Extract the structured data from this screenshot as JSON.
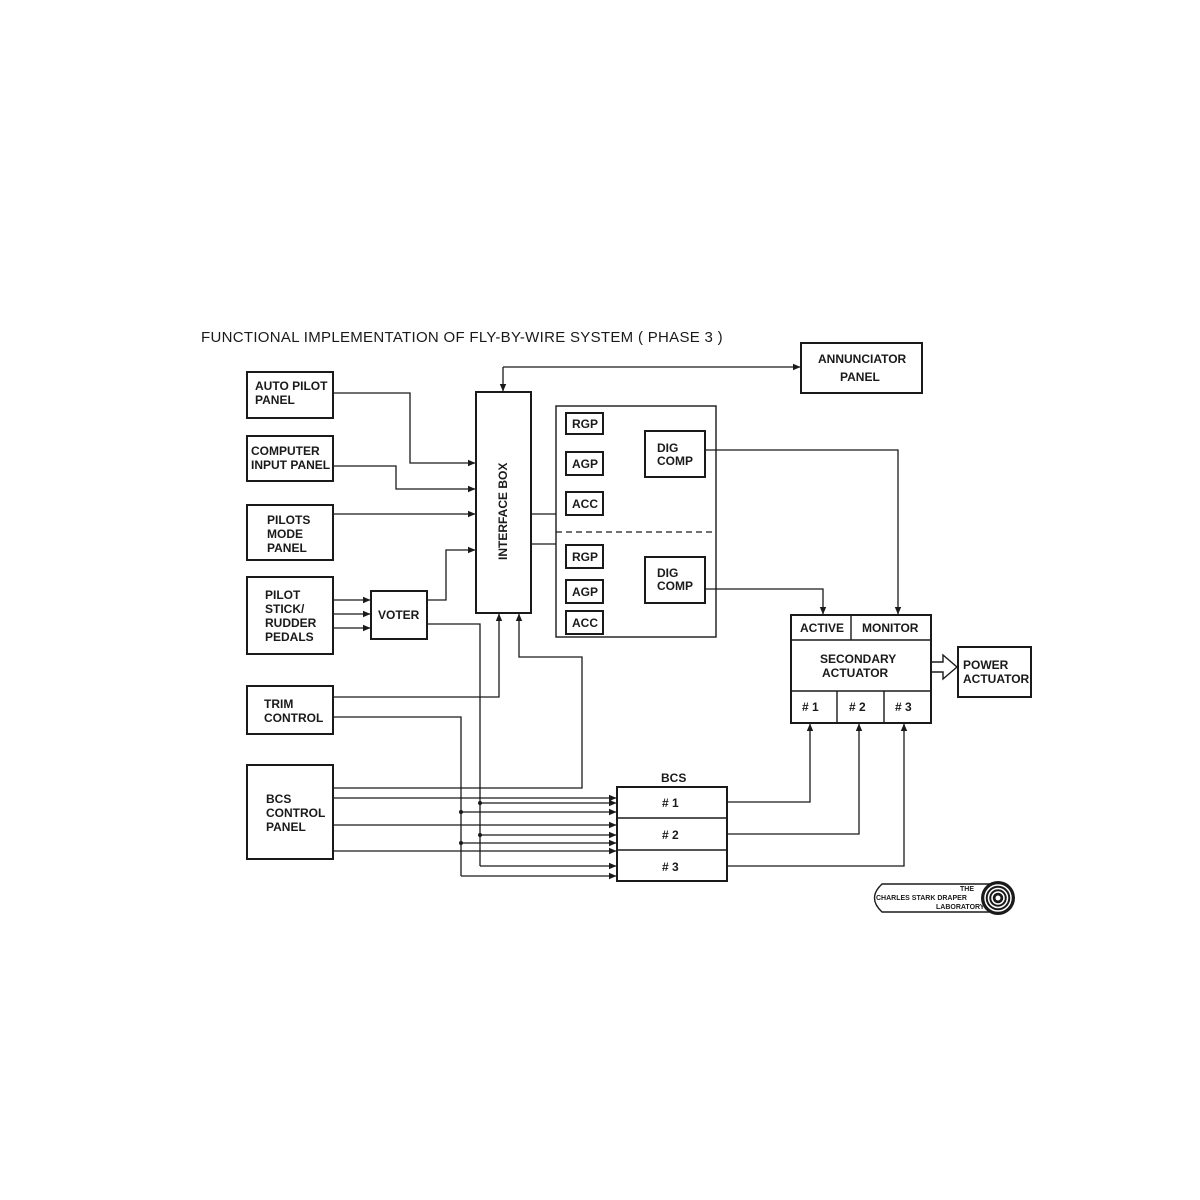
{
  "title": "FUNCTIONAL IMPLEMENTATION OF FLY-BY-WIRE SYSTEM  ( PHASE 3 )",
  "blocks": {
    "auto_pilot_panel": [
      "AUTO PILOT",
      "PANEL"
    ],
    "computer_input_panel": [
      "COMPUTER",
      "INPUT PANEL"
    ],
    "pilots_mode_panel": [
      "PILOTS",
      "MODE",
      "PANEL"
    ],
    "pilot_stick_rudder_pedals": [
      "PILOT",
      "STICK/",
      "RUDDER",
      "PEDALS"
    ],
    "voter": "VOTER",
    "trim_control": [
      "TRIM",
      "CONTROL"
    ],
    "bcs_control_panel": [
      "BCS",
      "CONTROL",
      "PANEL"
    ],
    "interface_box": "INTERFACE BOX",
    "annunciator_panel": [
      "ANNUNCIATOR",
      "PANEL"
    ],
    "rgp": "RGP",
    "agp": "AGP",
    "acc": "ACC",
    "dig_comp": [
      "DIG",
      "COMP"
    ],
    "active": "ACTIVE",
    "monitor": "MONITOR",
    "secondary_actuator": [
      "SECONDARY",
      "ACTUATOR"
    ],
    "power_actuator": [
      "POWER",
      "ACTUATOR"
    ],
    "bcs": "BCS",
    "channels": [
      "# 1",
      "# 2",
      "# 3"
    ]
  },
  "logo": {
    "lines": [
      "THE",
      "CHARLES STARK DRAPER",
      "LABORATORY"
    ]
  }
}
